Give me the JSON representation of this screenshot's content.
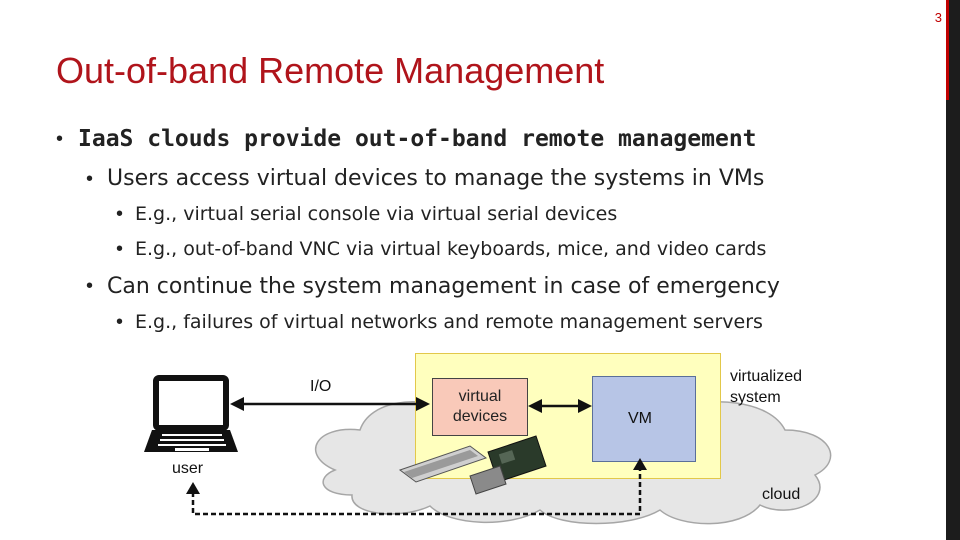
{
  "page_number": "3",
  "title": "Out-of-band Remote Management",
  "bullets": {
    "b1": "IaaS clouds provide out-of-band remote management",
    "b1_1": "Users access virtual devices to manage the systems in VMs",
    "b1_1_1": "E.g., virtual serial console via virtual serial devices",
    "b1_1_2": "E.g., out-of-band VNC via virtual keyboards, mice, and video cards",
    "b1_2": "Can continue the system management in case of emergency",
    "b1_2_1": "E.g., failures of virtual networks and remote management servers"
  },
  "diagram": {
    "io_label": "I/O",
    "virtual_devices": "virtual devices",
    "vm_label": "VM",
    "virtualized_system": "virtualized system",
    "user_label": "user",
    "cloud_label": "cloud"
  },
  "colors": {
    "title": "#b0141b",
    "virtual_devices_fill": "#f9c9b9",
    "vm_fill": "#b7c5e6",
    "virtualized_system_fill": "#ffffbe",
    "cloud_fill": "#e6e6e6"
  }
}
